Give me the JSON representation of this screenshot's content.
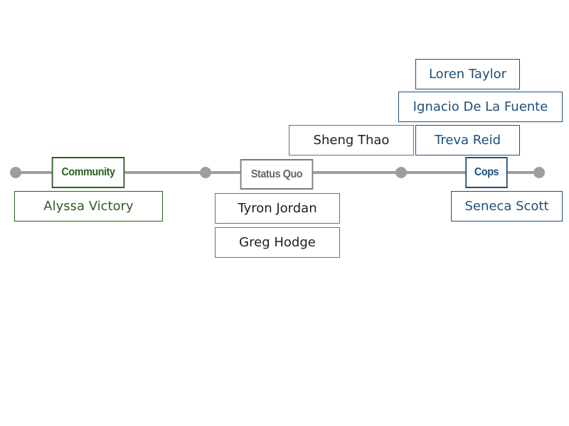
{
  "categories": {
    "community": "Community",
    "status_quo": "Status Quo",
    "cops": "Cops"
  },
  "people": {
    "community": [
      "Alyssa Victory"
    ],
    "status_quo_above": [
      "Sheng Thao"
    ],
    "status_quo_below": [
      "Tyron Jordan",
      "Greg Hodge"
    ],
    "cops_above": [
      "Loren Taylor",
      "Ignacio De La Fuente",
      "Treva Reid"
    ],
    "cops_below": [
      "Seneca Scott"
    ]
  },
  "colors": {
    "community": "#2f5d1e",
    "status_quo": "#666666",
    "cops": "#1f4e79",
    "neutral": "#1e1e1e",
    "axis": "#9e9e9e"
  }
}
